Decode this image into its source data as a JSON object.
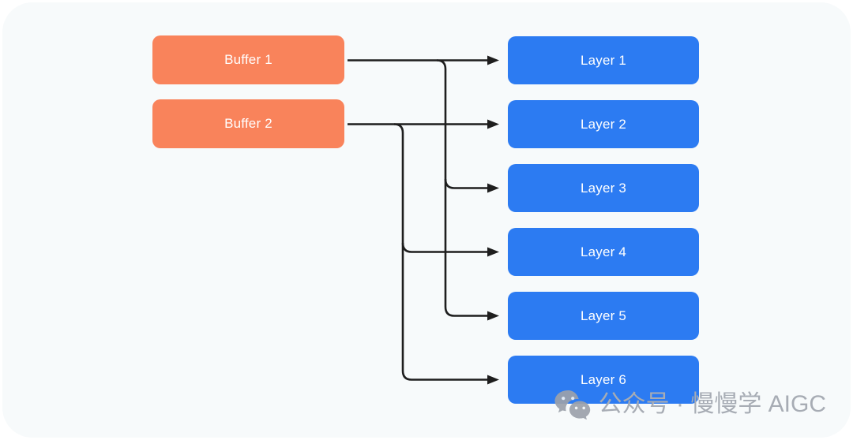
{
  "diagram": {
    "buffers": [
      {
        "id": "buffer-1",
        "label": "Buffer 1"
      },
      {
        "id": "buffer-2",
        "label": "Buffer 2"
      }
    ],
    "layers": [
      {
        "id": "layer-1",
        "label": "Layer 1"
      },
      {
        "id": "layer-2",
        "label": "Layer 2"
      },
      {
        "id": "layer-3",
        "label": "Layer 3"
      },
      {
        "id": "layer-4",
        "label": "Layer 4"
      },
      {
        "id": "layer-5",
        "label": "Layer 5"
      },
      {
        "id": "layer-6",
        "label": "Layer 6"
      }
    ],
    "edges": [
      {
        "from": "Buffer 1",
        "to": "Layer 1"
      },
      {
        "from": "Buffer 1",
        "to": "Layer 3"
      },
      {
        "from": "Buffer 1",
        "to": "Layer 5"
      },
      {
        "from": "Buffer 2",
        "to": "Layer 2"
      },
      {
        "from": "Buffer 2",
        "to": "Layer 4"
      },
      {
        "from": "Buffer 2",
        "to": "Layer 6"
      }
    ],
    "colors": {
      "buffer_fill": "#f9835b",
      "layer_fill": "#2c7bf2",
      "arrow": "#1e1e1e",
      "card_background": "#f7fafb",
      "node_text": "#ffffff"
    }
  },
  "watermark": {
    "icon": "wechat-icon",
    "text": "公众号 · 慢慢学 AIGC",
    "color": "#a7acb4"
  }
}
